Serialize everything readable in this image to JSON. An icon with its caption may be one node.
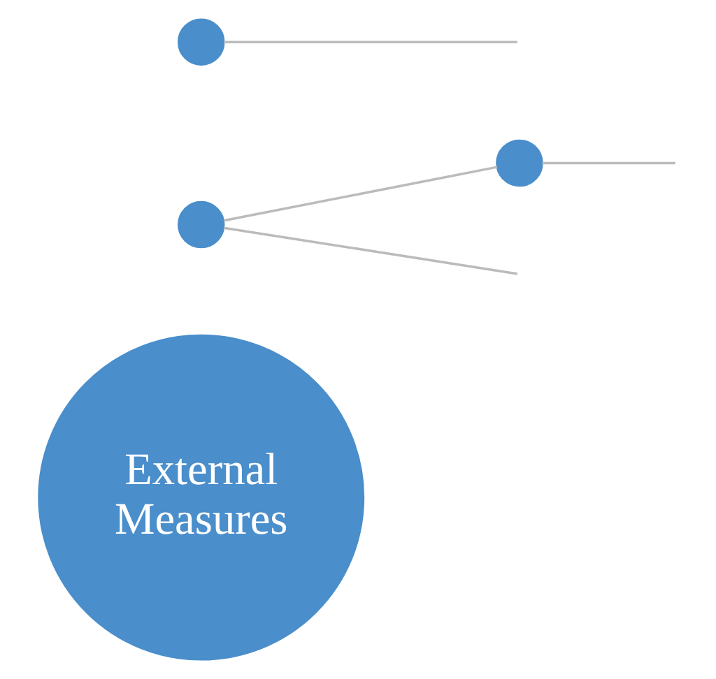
{
  "diagram": {
    "nodes": [
      {
        "text": [
          "External Measures"
        ]
      },
      {
        "text": [],
        "shape": "circle"
      },
      {
        "text": [],
        "shape": "circle"
      },
      {
        "text": [],
        "shape": "circle"
      }
    ],
    "edges": [
      {
        "from": 1,
        "to": 2,
        "arrow": "none"
      },
      {
        "from": 1,
        "to": null,
        "arrow": "none"
      },
      {
        "from": 2,
        "to": null,
        "arrow": "none"
      },
      {
        "from": 3,
        "to": null,
        "arrow": "none"
      }
    ]
  }
}
